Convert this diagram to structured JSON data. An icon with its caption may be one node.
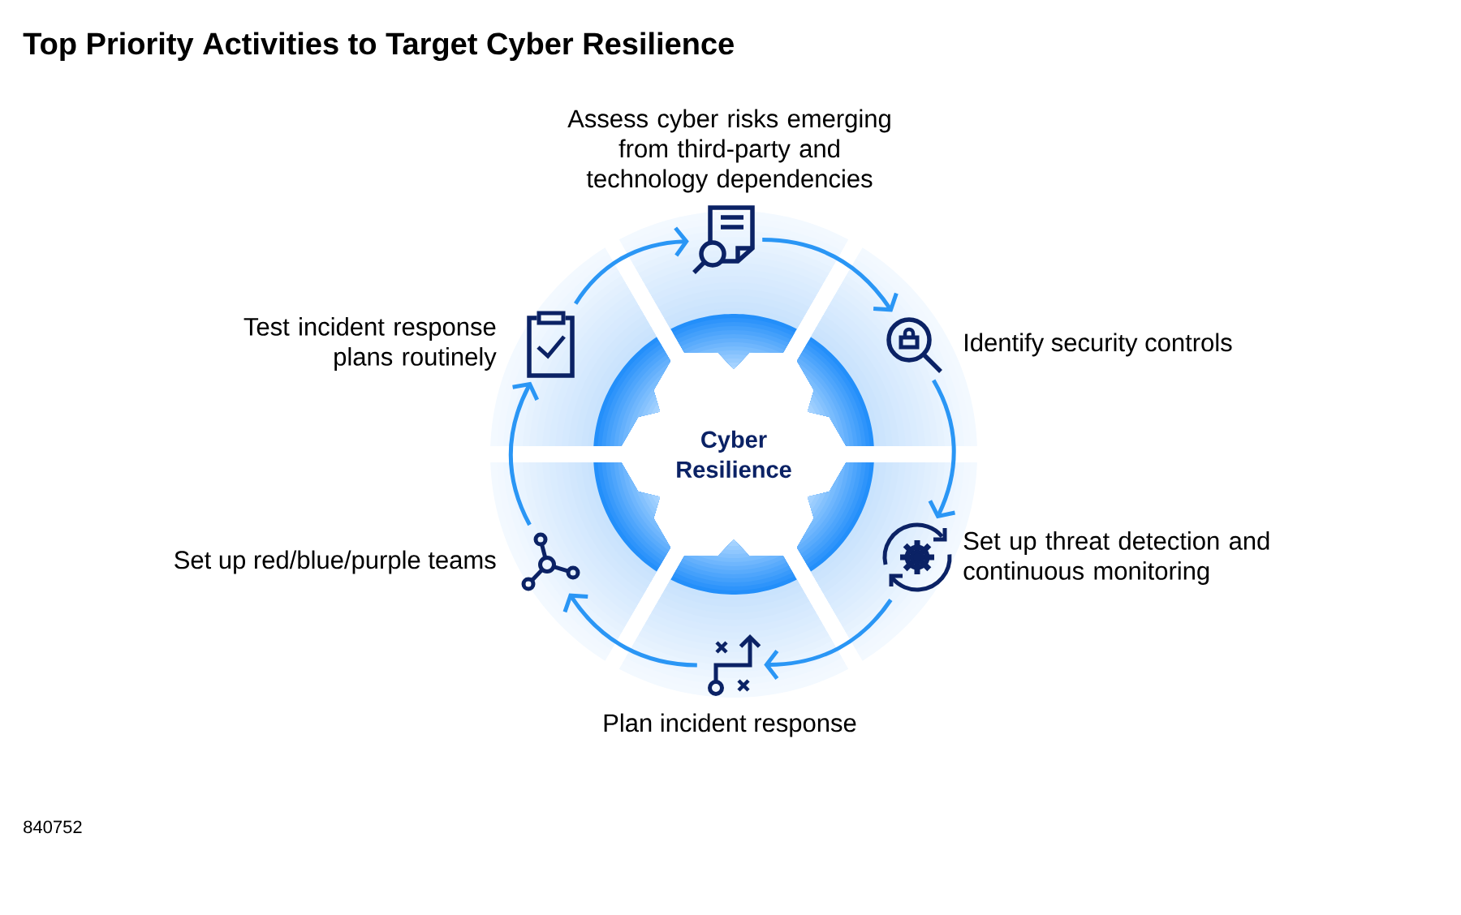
{
  "diagram": {
    "title": "Top Priority Activities to Target Cyber Resilience",
    "nodes": [
      {
        "text": [
          "Cyber Resilience"
        ]
      },
      {
        "text": [],
        "shape": "picture",
        "beside": [
          "Assess cyber risks emerging from third-party and technology dependencies"
        ]
      },
      {
        "text": [],
        "shape": "picture",
        "beside": [
          "Identify security controls"
        ]
      },
      {
        "text": [],
        "shape": "picture",
        "beside": [
          "Set up threat detection and continuous monitoring"
        ]
      },
      {
        "text": [],
        "shape": "picture",
        "beside": [
          "Plan incident response"
        ]
      },
      {
        "text": [],
        "shape": "picture",
        "beside": [
          "Set up red/blue/purple teams"
        ]
      },
      {
        "text": [],
        "shape": "picture",
        "beside": [
          "Test incident response plans routinely"
        ]
      }
    ],
    "edges": [
      {
        "from": 1,
        "to": 2,
        "arrow": "to"
      },
      {
        "from": 2,
        "to": 3,
        "arrow": "to"
      },
      {
        "from": 3,
        "to": 4,
        "arrow": "to"
      },
      {
        "from": 4,
        "to": 5,
        "arrow": "to"
      },
      {
        "from": 5,
        "to": 6,
        "arrow": "to"
      },
      {
        "from": 6,
        "to": 1,
        "arrow": "to"
      }
    ],
    "labels": [
      "840752"
    ]
  }
}
